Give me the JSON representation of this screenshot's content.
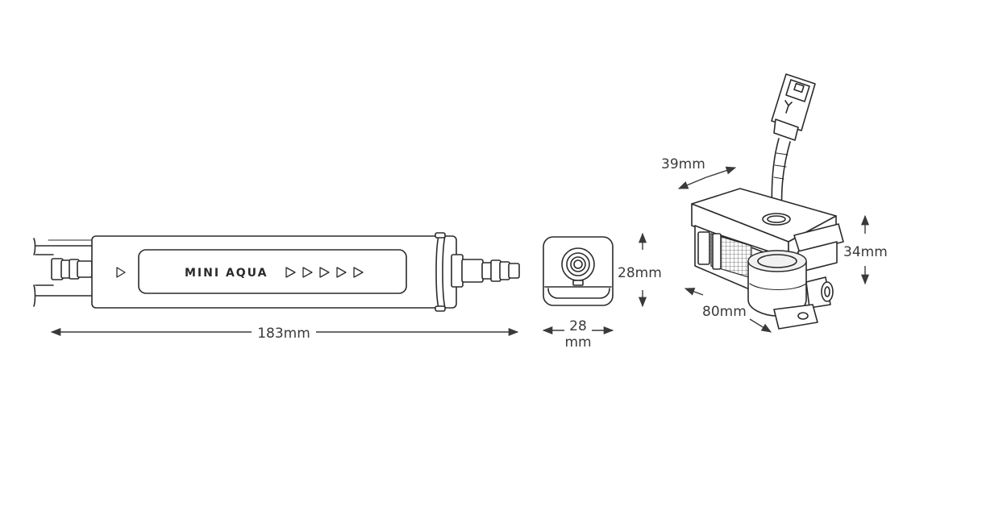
{
  "product_label": "MINI AQUA",
  "dimensions": {
    "length": "183mm",
    "end_height": "28mm",
    "end_width_line1": "28",
    "end_width_line2": "mm",
    "tank_depth": "39mm",
    "tank_height": "34mm",
    "tank_width": "80mm"
  },
  "colors": {
    "line": "#2b2b2b",
    "text": "#3a3a3a",
    "background": "#ffffff"
  }
}
